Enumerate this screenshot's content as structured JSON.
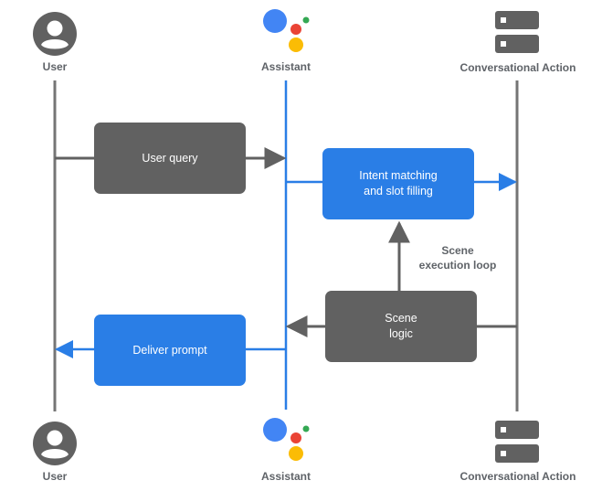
{
  "actors": {
    "user": {
      "label": "User"
    },
    "assistant": {
      "label": "Assistant"
    },
    "action": {
      "label": "Conversational Action"
    }
  },
  "steps": {
    "user_query": {
      "text": "User query"
    },
    "intent_matching": {
      "line1": "Intent matching",
      "line2": "and slot filling"
    },
    "scene_logic": {
      "line1": "Scene",
      "line2": "logic"
    },
    "deliver_prompt": {
      "text": "Deliver prompt"
    }
  },
  "loop_label": {
    "line1": "Scene",
    "line2": "execution loop"
  },
  "colors": {
    "gray_box": "#616161",
    "blue_box": "#2a7ee6",
    "gray_line": "#757575",
    "blue_line": "#2a7ee6",
    "google_blue": "#4285F4",
    "google_red": "#EA4335",
    "google_yellow": "#FBBC05",
    "google_green": "#34A853"
  }
}
